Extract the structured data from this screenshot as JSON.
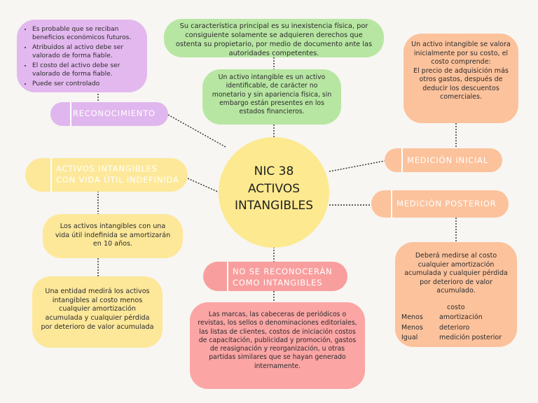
{
  "central": {
    "line1": "NIC 38",
    "line2": "ACTIVOS",
    "line3": "INTANGIBLES"
  },
  "top_definition_1": "Su característica principal es su inexistencia física, por consiguiente solamente se adquieren derechos que ostenta su propietario, por medio de documento ante las autoridades competentes.",
  "top_definition_2": "Un activo intangible es un activo identificable, de carácter no monetario y sin apariencia física, sin embargo están presentes en los estados financieros.",
  "reconocimiento": {
    "label": "RECONOCIMIENTO",
    "items": [
      "Es probable que se reciban beneficios económicos futuros.",
      "Atribuidos al activo debe ser valorado de forma fiable.",
      "El costo del activo debe ser valorado de forma fiable.",
      "Puede ser controlado"
    ]
  },
  "vida_util": {
    "label_line1": "ACTIVOS INTANGIBLES",
    "label_line2": "CON VIDA ÚTIL INDEFINIDA",
    "text1": "Los activos intangibles con una vida útil indefinida se amortizarán en 10 años.",
    "text2": "Una entidad medirá los activos intangibles al costo menos cualquier amortización acumulada y cualquier pérdida por deterioro de valor acumulada"
  },
  "no_reconoceran": {
    "label_line1": "NO SE RECONOCERÁN",
    "label_line2": "COMO INTANGIBLES",
    "text": "Las marcas, las cabeceras de periódicos o revistas, los sellos o denominaciones editoriales, las listas de clientes, costos de iniciación costos de capacitación, publicidad y promoción, gastos de reasignación y reorganización, u otras partidas similares que se hayan generado internamente."
  },
  "medicion_inicial": {
    "label": "MEDICIÓN INICIAL",
    "text_intro": "Un activo intangible se valora inicialmente por su costo, el costo comprende:",
    "text_body": "El precio de adquisición más otros gastos, después de deducir los descuentos comerciales."
  },
  "medicion_posterior": {
    "label": "MEDICIÓN POSTERIOR",
    "text": "Deberá medirse al costo cualquier amortización acumulada y cualquier pérdida por deterioro de valor acumulado.",
    "rows": [
      {
        "left": "",
        "right": "costo"
      },
      {
        "left": "Menos",
        "right": "amortización"
      },
      {
        "left": "Menos",
        "right": "deterioro"
      },
      {
        "left": "Igual",
        "right": "medición posterior"
      }
    ]
  },
  "colors": {
    "purple": "#e3b8ef",
    "purple_pill": "#e0b6ee",
    "green": "#b7e6a2",
    "orange": "#fcc29c",
    "orange_pill": "#fcc29c",
    "yellow": "#fde89a",
    "yellow_center": "#fde98f",
    "pink": "#fba5a5",
    "pink_pill": "#f99e9e"
  }
}
